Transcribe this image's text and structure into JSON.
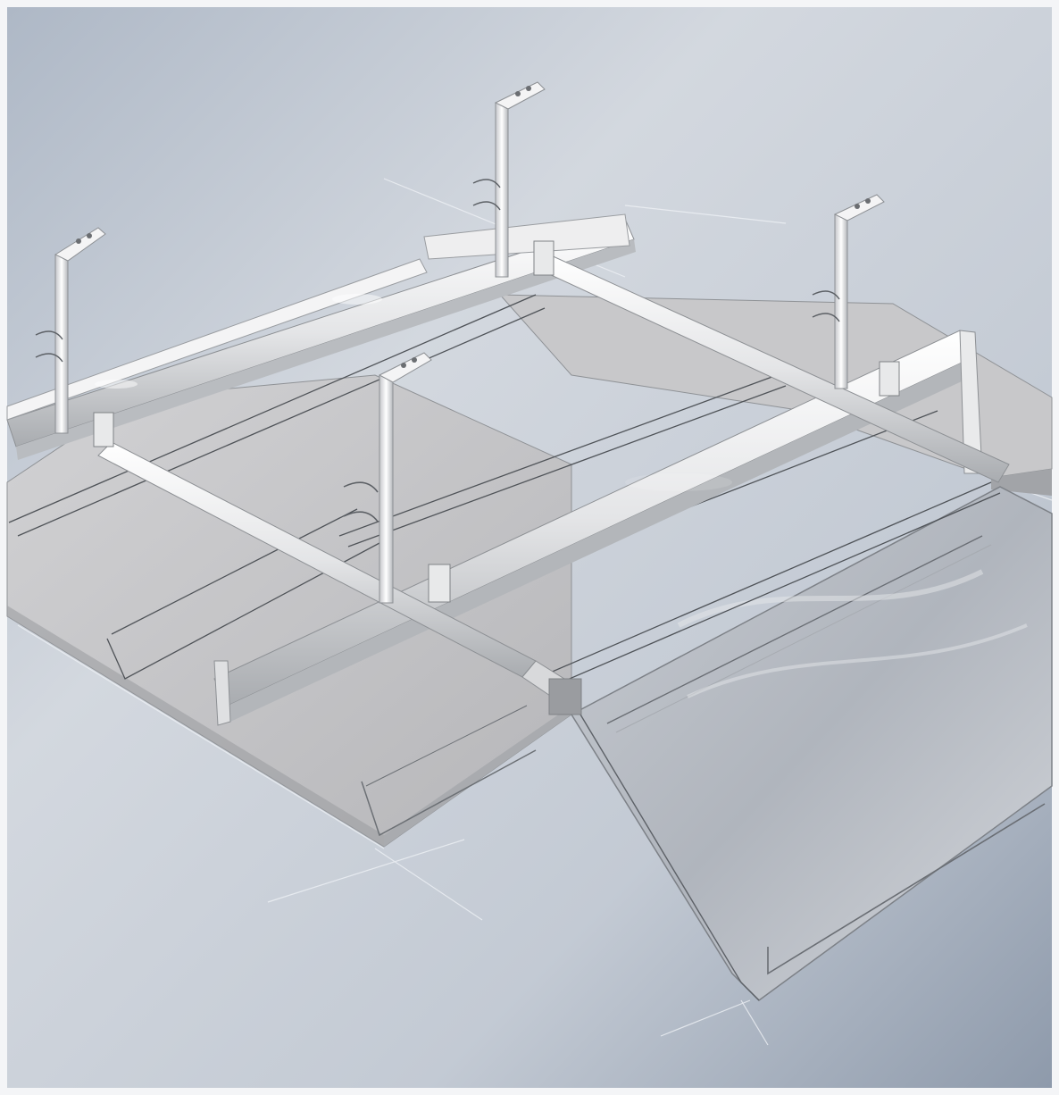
{
  "illustration": {
    "subject": "",
    "parts": {
      "hangers": 4,
      "main_runners": 2,
      "cross_tees": 2,
      "ceiling_panels": 2,
      "hinged_panel_state": "open"
    },
    "colors": {
      "backdrop_light": "#d9dee6",
      "backdrop_dark": "#8f9aaa",
      "steel_light": "#f7f7f7",
      "steel_mid": "#c9ccd0",
      "steel_shadow": "#8d9094",
      "panel_top": "#c4c4c6",
      "panel_edge": "#9c9ea2",
      "hinged_panel": "#b9bcc2",
      "sketch_line": "#55595f",
      "highlight": "#ffffff"
    }
  }
}
